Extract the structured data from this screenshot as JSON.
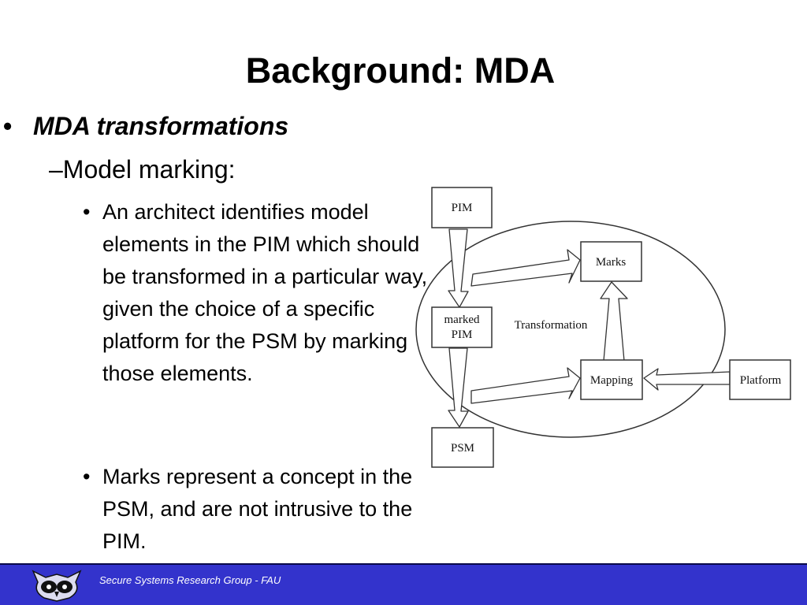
{
  "slide": {
    "title": "Background: MDA",
    "bullet_char": "•",
    "level1": "MDA transformations",
    "level2": "–Model marking:",
    "level3": [
      " An architect identifies model elements in the PIM which should be transformed in a particular way, given the choice of a specific platform for the PSM by marking those elements.",
      "Marks represent a concept in the PSM, and are not intrusive to the PIM."
    ]
  },
  "diagram": {
    "pim": "PIM",
    "marked_pim_line1": "marked",
    "marked_pim_line2": "PIM",
    "psm": "PSM",
    "marks": "Marks",
    "mapping": "Mapping",
    "platform": "Platform",
    "transformation": "Transformation"
  },
  "footer": {
    "text": "Secure Systems Research Group - FAU",
    "background": "#3333cc",
    "logo": "owl-logo-icon"
  }
}
